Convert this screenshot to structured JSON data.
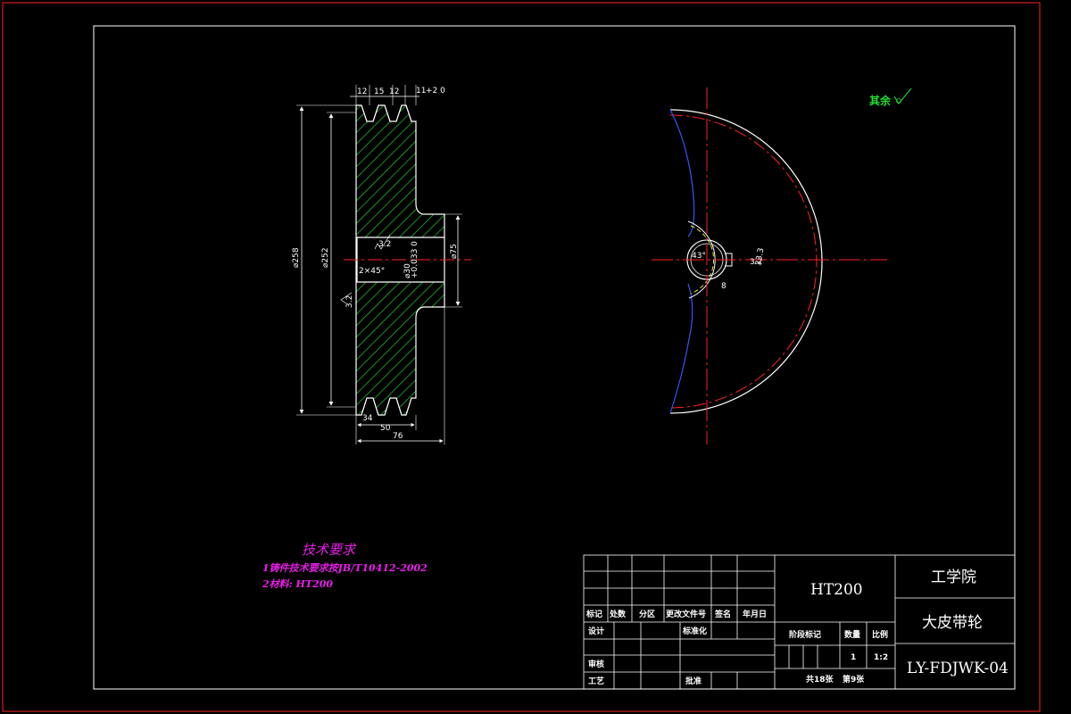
{
  "dimensions": {
    "groove_pitch_labels": [
      "12",
      "15",
      "12"
    ],
    "groove_depth": "11",
    "groove_depth_tol": "+2 0",
    "dia_outer": "⌀258",
    "dia_pitch": "⌀252",
    "dia_hub": "⌀75",
    "bore": "⌀30",
    "bore_tol": "+0.033 0",
    "chamfer": "2×45°",
    "roughness_bore": "3.2",
    "roughness_side": "3.2",
    "width_rim": "50",
    "width_total": "76",
    "bottom_small": "34",
    "keyway_depth": "33.3",
    "keyway_width": "8",
    "keyway_angle": "43°",
    "roughness_key": "3.2"
  },
  "roughness_note": "其余",
  "tech_req": {
    "title": "技术要求",
    "line1": "1铸件技术要求按JB/T10412-2002",
    "line2": "2材料: HT200"
  },
  "title_block": {
    "material": "HT200",
    "org": "工学院",
    "part_name": "大皮带轮",
    "drawing_no": "LY-FDJWK-04",
    "rev_headers": [
      "标记",
      "处数",
      "分区",
      "更改文件号",
      "签名",
      "年月日"
    ],
    "design": "设计",
    "standardization": "标准化",
    "review": "审核",
    "process": "工艺",
    "approve": "批准",
    "stage_mark": "阶段标记",
    "quantity": "数量",
    "scale": "比例",
    "quantity_value": "1",
    "scale_value": "1:2",
    "sheets": "共18张",
    "sheet_no": "第9张"
  }
}
